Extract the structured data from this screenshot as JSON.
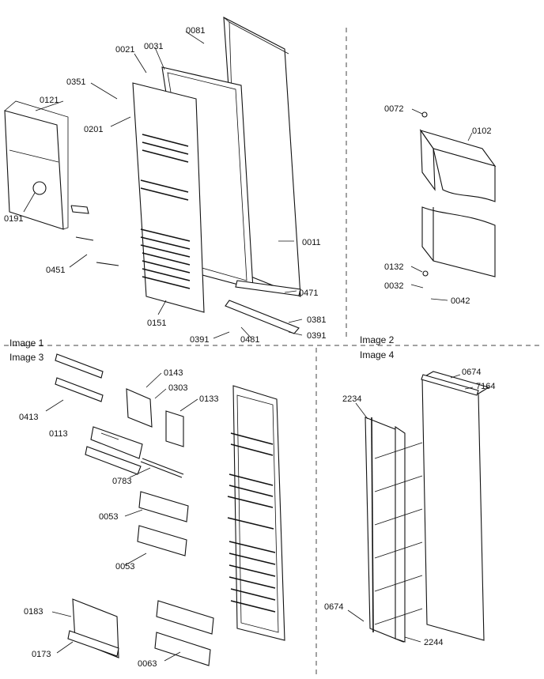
{
  "panels": [
    {
      "title": "Image 1",
      "parts": [
        "0081",
        "0021",
        "0031",
        "0351",
        "0121",
        "0201",
        "0191",
        "0451",
        "0151",
        "0011",
        "0471",
        "0381",
        "0391",
        "0481",
        "0391"
      ]
    },
    {
      "title": "Image 2",
      "parts": [
        "0072",
        "0102",
        "0132",
        "0032",
        "0042"
      ]
    },
    {
      "title": "Image 3",
      "parts": [
        "0143",
        "0303",
        "0133",
        "0413",
        "0113",
        "0783",
        "0053",
        "0053",
        "0183",
        "0173",
        "0063"
      ]
    },
    {
      "title": "Image 4",
      "parts": [
        "0674",
        "7164",
        "2234",
        "0674",
        "2244"
      ]
    }
  ]
}
